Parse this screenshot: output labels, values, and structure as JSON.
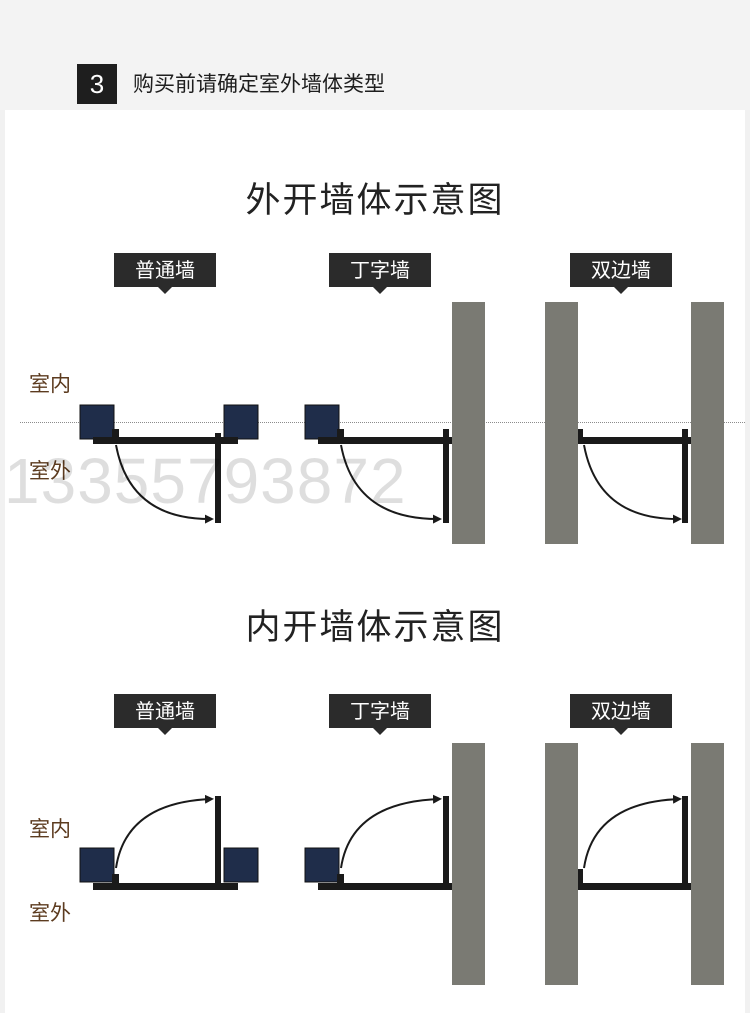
{
  "header": {
    "step_number": "3",
    "title": "购买前请确定室外墙体类型"
  },
  "outward": {
    "title": "外开墙体示意图",
    "labels": [
      "普通墙",
      "丁字墙",
      "双边墙"
    ],
    "indoor": "室内",
    "outdoor": "室外"
  },
  "inward": {
    "title": "内开墙体示意图",
    "labels": [
      "普通墙",
      "丁字墙",
      "双边墙"
    ],
    "indoor": "室内",
    "outdoor": "室外"
  },
  "watermark": "13355793872",
  "colors": {
    "wall_gray": "#7a7a73",
    "post_navy": "#1f2d4a",
    "frame_black": "#1a1a1a",
    "label_bg": "#2b2b2b",
    "side_text": "#5c3b1f"
  }
}
